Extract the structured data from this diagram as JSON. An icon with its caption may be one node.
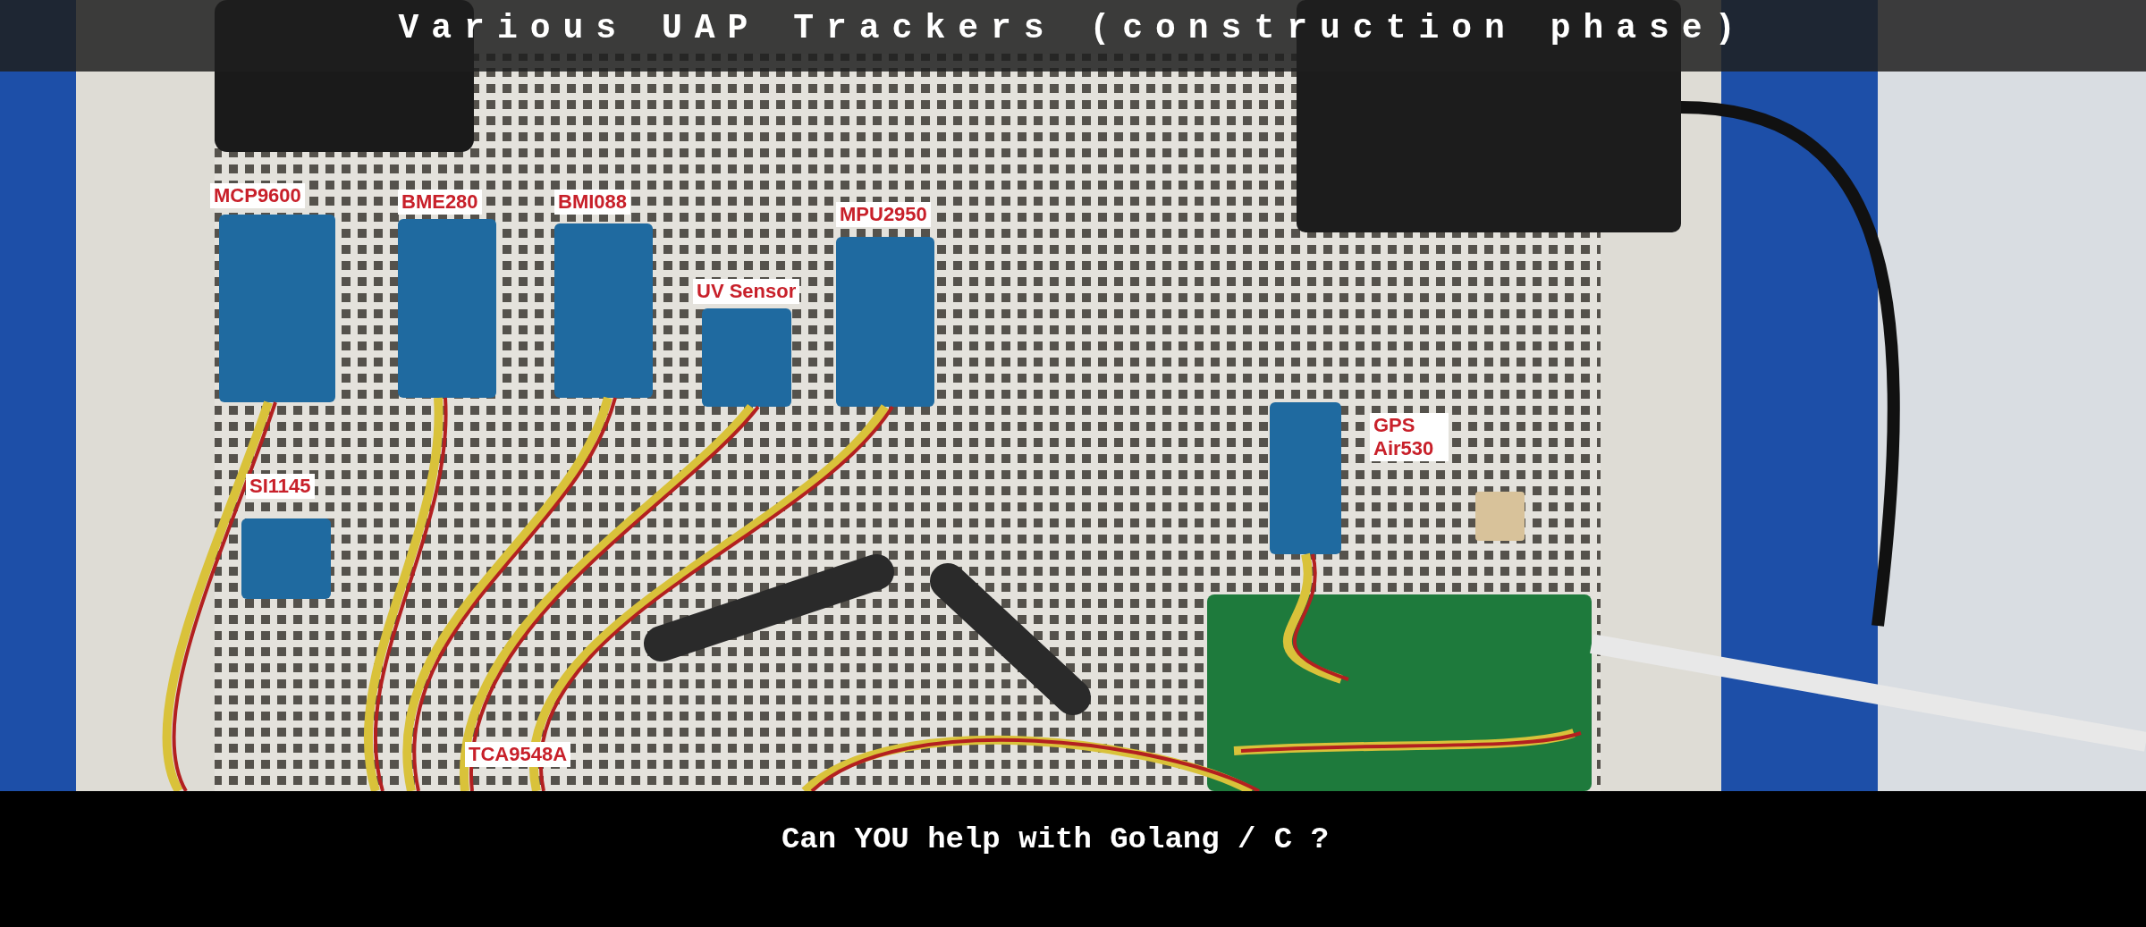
{
  "diagram": {
    "title": "Various UAP Trackers (construction phase)",
    "labels": [
      "MCP9600",
      "BME280",
      "BMI088",
      "UV Sensor",
      "MPU2950",
      "SI1145",
      "GPS Air530",
      "TCA9548A",
      "Can YOU help with Golang / C ?"
    ]
  }
}
